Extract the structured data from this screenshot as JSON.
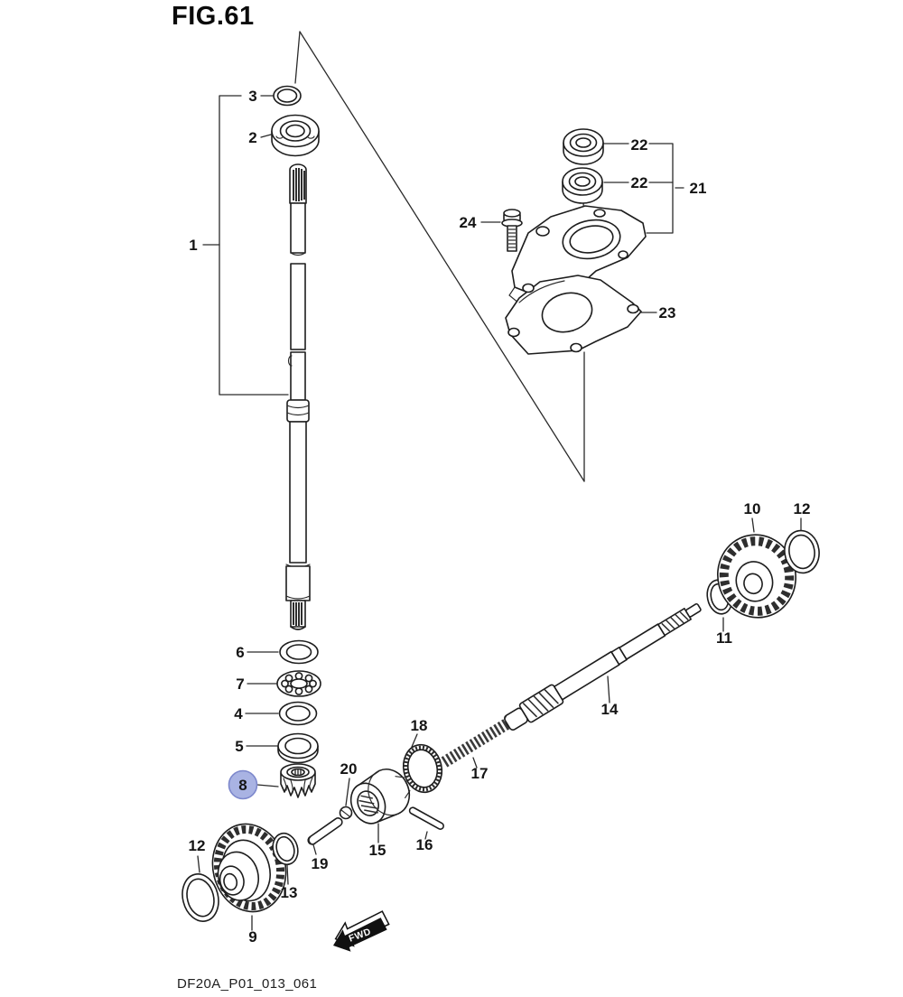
{
  "header": {
    "title": "FIG.61"
  },
  "footer": {
    "part_code": "DF20A_P01_013_061"
  },
  "direction_marker": {
    "label": "FWD"
  },
  "selection": {
    "selected_part": "8",
    "highlight_fill": "#a9b3e3",
    "highlight_border": "#7d88cc"
  },
  "callouts": [
    {
      "id": "1",
      "label": "1"
    },
    {
      "id": "2",
      "label": "2"
    },
    {
      "id": "3",
      "label": "3"
    },
    {
      "id": "6",
      "label": "6"
    },
    {
      "id": "7",
      "label": "7"
    },
    {
      "id": "4",
      "label": "4"
    },
    {
      "id": "5",
      "label": "5"
    },
    {
      "id": "8",
      "label": "8"
    },
    {
      "id": "12-left",
      "label": "12"
    },
    {
      "id": "13",
      "label": "13"
    },
    {
      "id": "9",
      "label": "9"
    },
    {
      "id": "19",
      "label": "19"
    },
    {
      "id": "15",
      "label": "15"
    },
    {
      "id": "16",
      "label": "16"
    },
    {
      "id": "20",
      "label": "20"
    },
    {
      "id": "18",
      "label": "18"
    },
    {
      "id": "17",
      "label": "17"
    },
    {
      "id": "14",
      "label": "14"
    },
    {
      "id": "11",
      "label": "11"
    },
    {
      "id": "10",
      "label": "10"
    },
    {
      "id": "12-right",
      "label": "12"
    },
    {
      "id": "22-upper",
      "label": "22"
    },
    {
      "id": "22-lower",
      "label": "22"
    },
    {
      "id": "21",
      "label": "21"
    },
    {
      "id": "24",
      "label": "24"
    },
    {
      "id": "23",
      "label": "23"
    }
  ]
}
